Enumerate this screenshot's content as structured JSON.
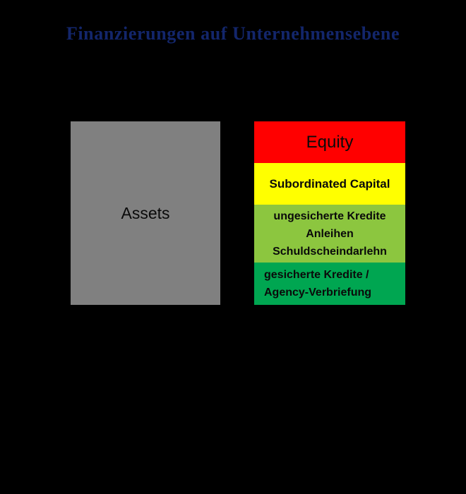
{
  "slide": {
    "background_color": "#000000",
    "title": "Finanzierungen  auf  Unternehmensebene",
    "title_color": "#13266B"
  },
  "diagram": {
    "type": "balance-sheet-stack",
    "assets_side": {
      "label": "Assets",
      "color": "#808080",
      "text_color": "#000000"
    },
    "capital_side": {
      "bands": [
        {
          "name": "equity",
          "label": "Equity",
          "color": "#FF0000",
          "text_color": "#000000",
          "bold": false
        },
        {
          "name": "subordinated-capital",
          "label": "Subordinated Capital",
          "color": "#FFFF00",
          "text_color": "#000000",
          "bold": true
        },
        {
          "name": "unsecured-credit",
          "label": "ungesicherte Kredite\nAnleihen\nSchuldscheindarlehn",
          "color": "#8CC63F",
          "text_color": "#000000",
          "bold": true
        },
        {
          "name": "secured-credit",
          "label": "gesicherte Kredite /\nAgency-Verbriefung",
          "color": "#00A651",
          "text_color": "#000000",
          "bold": true
        }
      ]
    }
  }
}
